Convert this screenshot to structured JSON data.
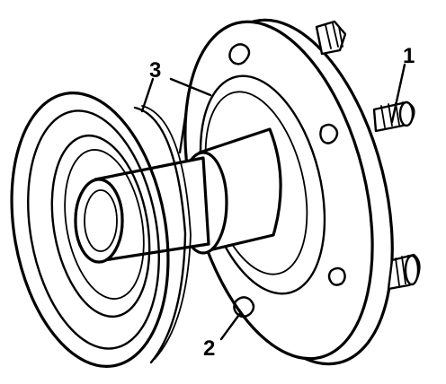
{
  "callouts": {
    "stud": "1",
    "hole": "2",
    "seal": "3"
  },
  "colors": {
    "ink": "#000000",
    "paper": "#ffffff"
  }
}
